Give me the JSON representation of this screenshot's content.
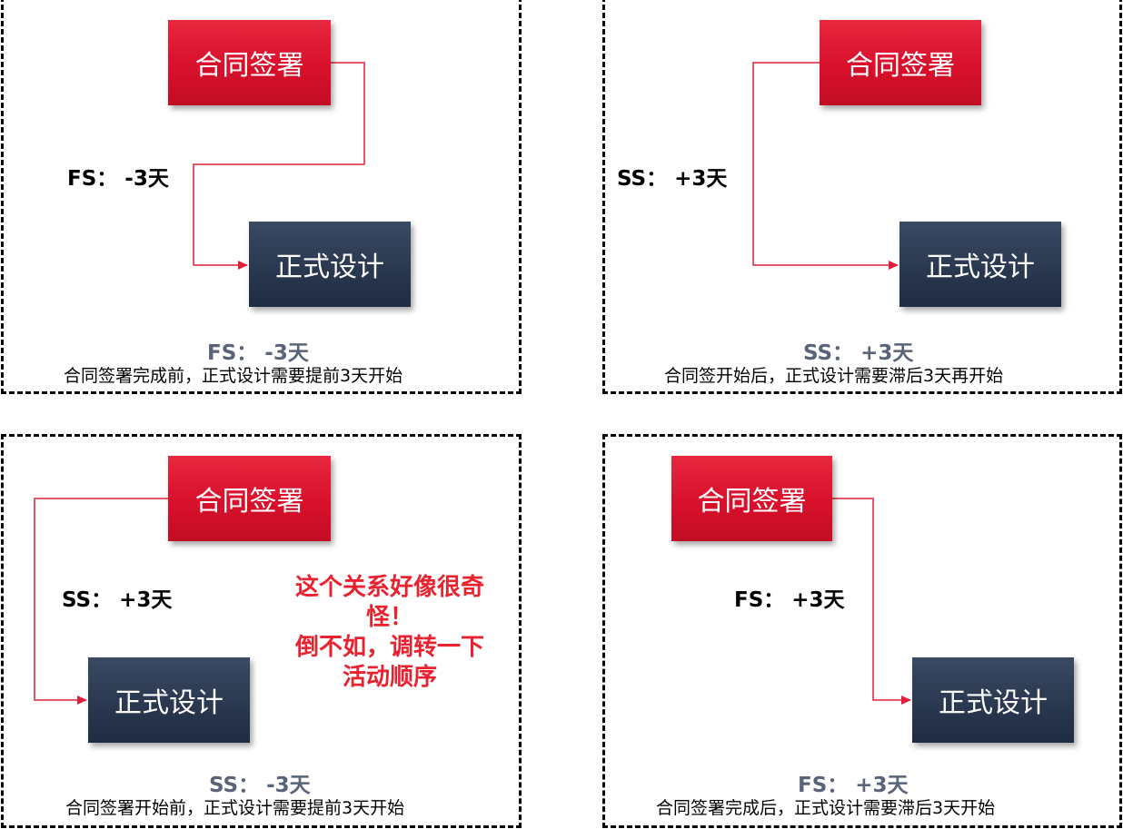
{
  "colors": {
    "predecessor_box": "#d8102b",
    "successor_box": "#2a3850",
    "connector": "#e0203a",
    "note_text": "#e8232f",
    "caption_title": "#5a6478"
  },
  "panels": [
    {
      "predecessor": "合同签署",
      "successor": "正式设计",
      "relation_label": "FS： -3天",
      "caption_title": "FS： -3天",
      "caption": "合同签署完成前，正式设计需要提前3天开始"
    },
    {
      "predecessor": "合同签署",
      "successor": "正式设计",
      "relation_label": "SS： +3天",
      "caption_title": "SS： +3天",
      "caption": "合同签开始后，正式设计需要滞后3天再开始"
    },
    {
      "predecessor": "合同签署",
      "successor": "正式设计",
      "relation_label": "SS： +3天",
      "caption_title": "SS： -3天",
      "caption": "合同签署开始前，正式设计需要提前3天开始",
      "note_lines": [
        "这个关系好像很奇",
        "怪！",
        "倒不如，调转一下",
        "活动顺序"
      ]
    },
    {
      "predecessor": "合同签署",
      "successor": "正式设计",
      "relation_label": "FS： +3天",
      "caption_title": "FS： +3天",
      "caption": "合同签署完成后，正式设计需要滞后3天开始"
    }
  ]
}
